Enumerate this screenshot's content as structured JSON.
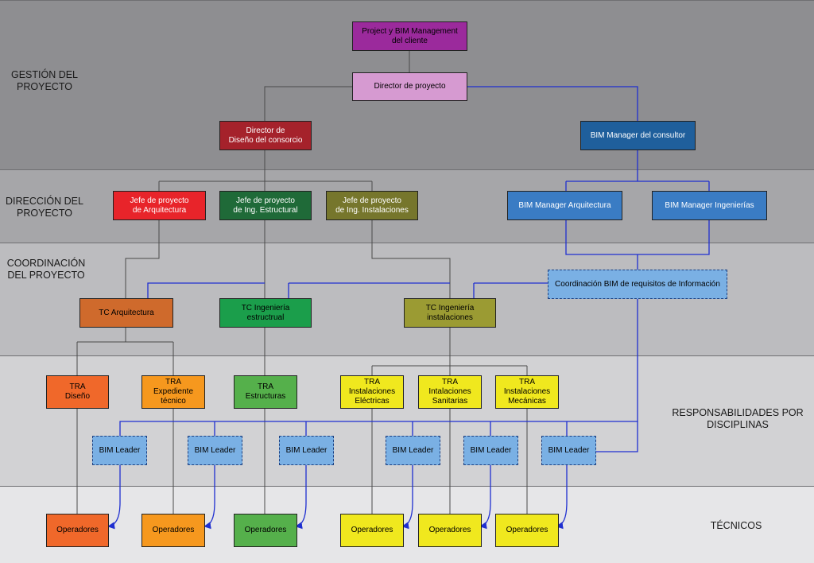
{
  "bands": [
    {
      "label": "GESTIÓN\nDEL PROYECTO",
      "color": "#8e8e91"
    },
    {
      "label": "DIRECCIÓN\nDEL PROYECTO",
      "color": "#a6a6a9"
    },
    {
      "label": "COORDINACIÓN\nDEL PROYECTO",
      "color": "#bcbcbf"
    },
    {
      "label": "RESPONSABILIDADES POR\nDISCIPLINAS",
      "color": "#d2d2d4"
    },
    {
      "label": "TÉCNICOS",
      "color": "#e6e6e8"
    }
  ],
  "nodes": {
    "client": {
      "label": "Project y BIM Management\ndel cliente",
      "color": "#9b2a9c"
    },
    "director": {
      "label": "Director de proyecto",
      "color": "#d69ad1"
    },
    "design_director": {
      "label": "Director de\nDiseño del consorcio",
      "color": "#a5222b"
    },
    "bim_manager": {
      "label": "BIM Manager del consultor",
      "color": "#1f5f9c"
    },
    "jefe_arq": {
      "label": "Jefe de proyecto\nde Arquitectura",
      "color": "#e8242a"
    },
    "jefe_est": {
      "label": "Jefe de proyecto\nde Ing. Estructural",
      "color": "#1f6a38"
    },
    "jefe_inst": {
      "label": "Jefe de proyecto\nde Ing. Instalaciones",
      "color": "#76762c"
    },
    "bim_arq": {
      "label": "BIM Manager Arquitectura",
      "color": "#3a7cc4"
    },
    "bim_ing": {
      "label": "BIM Manager Ingenierías",
      "color": "#3a7cc4"
    },
    "coord_bim": {
      "label": "Coordinación BIM  de requisitos de Información",
      "color": "#7ab0e4"
    },
    "tc_arq": {
      "label": "TC Arquitectura",
      "color": "#cf6a2c"
    },
    "tc_est": {
      "label": "TC Ingeniería\nestructrual",
      "color": "#1b9e4b"
    },
    "tc_inst": {
      "label": "TC Ingeniería\ninstalaciones",
      "color": "#9b9b33"
    },
    "tra_diseno": {
      "label": "TRA\nDiseño",
      "color": "#f0682a"
    },
    "tra_exp": {
      "label": "TRA\nExpediente\ntécnico",
      "color": "#f6981e"
    },
    "tra_est": {
      "label": "TRA\nEstructuras",
      "color": "#55b04b"
    },
    "tra_elec": {
      "label": "TRA\nInstalaciones\nEléctricas",
      "color": "#f0e81e"
    },
    "tra_san": {
      "label": "TRA\nIntalaciones\nSanitarias",
      "color": "#f0e81e"
    },
    "tra_mec": {
      "label": "TRA\nInstalaciones\nMecánicas",
      "color": "#f0e81e"
    },
    "bim_leader": {
      "label": "BIM Leader",
      "color": "#7ab0e4"
    },
    "operadores": {
      "label": "Operadores"
    }
  },
  "operator_colors": [
    "#f0682a",
    "#f6981e",
    "#55b04b",
    "#f0e81e",
    "#f0e81e",
    "#f0e81e"
  ],
  "link_colors": {
    "gray": "#4a4a4a",
    "blue": "#1f2fd0"
  }
}
